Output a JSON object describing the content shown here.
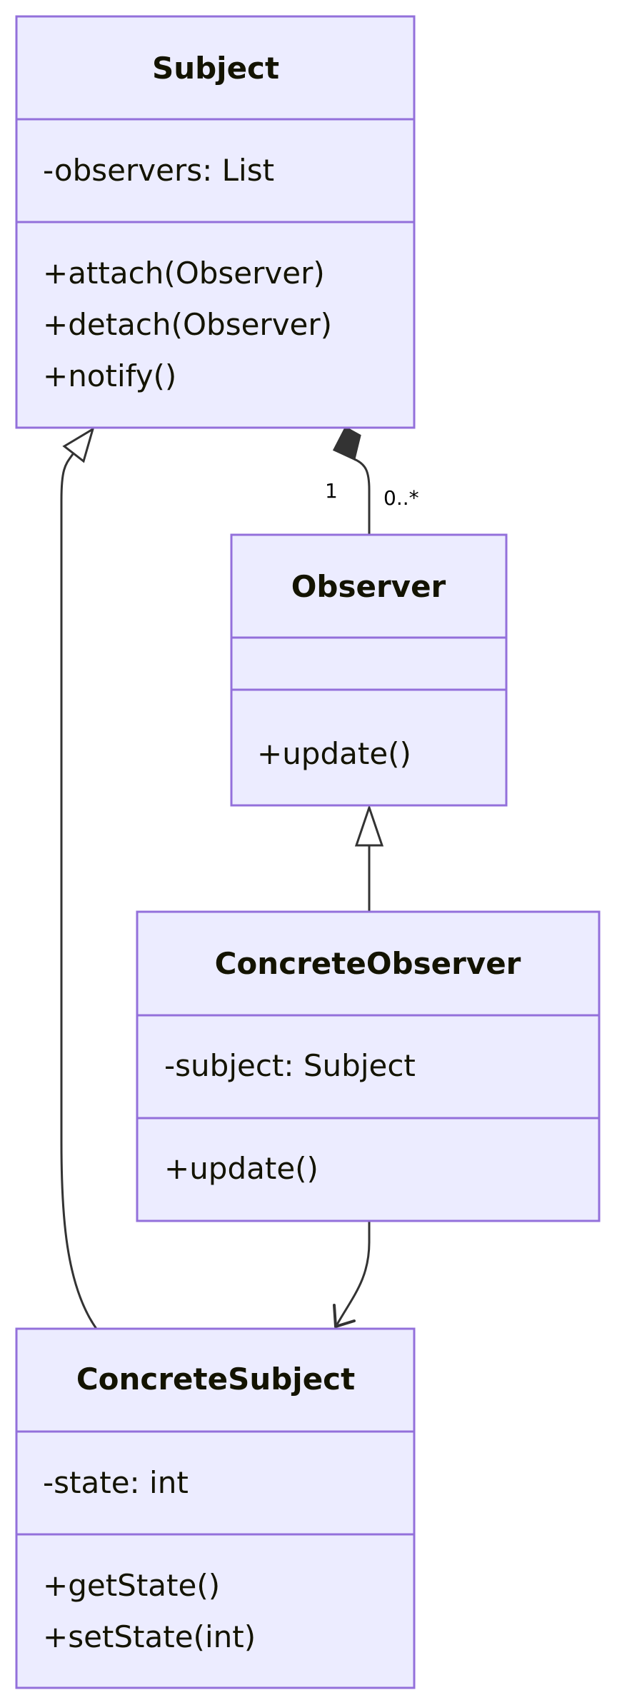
{
  "classes": {
    "subject": {
      "name": "Subject",
      "attributes": [
        "-observers: List"
      ],
      "methods": [
        "+attach(Observer)",
        "+detach(Observer)",
        "+notify()"
      ]
    },
    "observer": {
      "name": "Observer",
      "attributes": [],
      "methods": [
        "+update()"
      ]
    },
    "concrete_observer": {
      "name": "ConcreteObserver",
      "attributes": [
        "-subject: Subject"
      ],
      "methods": [
        "+update()"
      ]
    },
    "concrete_subject": {
      "name": "ConcreteSubject",
      "attributes": [
        "-state: int"
      ],
      "methods": [
        "+getState()",
        "+setState(int)"
      ]
    }
  },
  "relations": {
    "subject_observer": {
      "type": "composition",
      "source_cardinality": "1",
      "target_cardinality": "0..*"
    },
    "observer_inheritance": {
      "type": "inheritance"
    },
    "subject_inheritance": {
      "type": "inheritance"
    },
    "observer_to_subject": {
      "type": "association"
    }
  },
  "colors": {
    "box_fill": "#ECECFF",
    "box_stroke": "#9370DB",
    "line": "#333333",
    "text": "#131300"
  }
}
